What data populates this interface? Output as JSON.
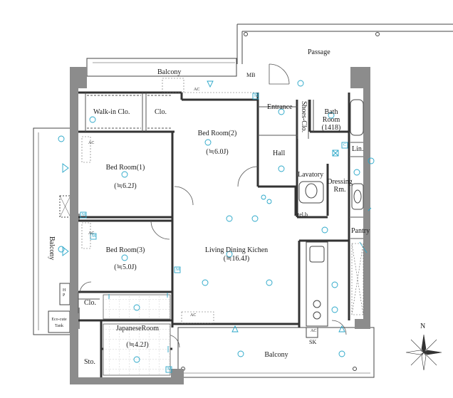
{
  "rooms": {
    "passage": "Passage",
    "balcony_top": "Balcony",
    "mb": "MB",
    "entrance": "Entrance",
    "shoes_clo": "Shoes-Clo.",
    "bath_room_1": "Bath",
    "bath_room_2": "Room",
    "bath_room_3": "(1418)",
    "walk_in_clo": "Walk-in Clo.",
    "clo_top": "Clo.",
    "bed_room_2": "Bed Room(2)",
    "bed_room_2_size": "(≒6.0J)",
    "hall": "Hall",
    "lin": "Lin.",
    "lavatory": "Lavatory",
    "dressing_1": "Dressing",
    "dressing_2": "Rm.",
    "bed_room_1": "Bed Room(1)",
    "bed_room_1_size": "(≒6.2J)",
    "tel_b": "tel.b",
    "pantry": "Pantry",
    "ldk": "Living Dining Kichen",
    "ldk_size": "(≒16.4J)",
    "bed_room_3": "Bed Room(3)",
    "bed_room_3_size": "(≒5.0J)",
    "balcony_left": "Balcony",
    "hp": "H\nP",
    "clo_bottom": "Clo.",
    "eco_cute_1": "Eco-cute",
    "eco_cute_2": "Tank",
    "japanese_room": "JapaneseRoom",
    "japanese_room_size": "(≒4.2J)",
    "sto": "Sto.",
    "sk": "SK",
    "balcony_bottom": "Balcony",
    "ac": "AC",
    "m": "M",
    "c": "C"
  },
  "compass": {
    "north": "N"
  },
  "colors": {
    "wall": "#8c8c8c",
    "symbol": "#27a6c8",
    "line": "#333333"
  }
}
